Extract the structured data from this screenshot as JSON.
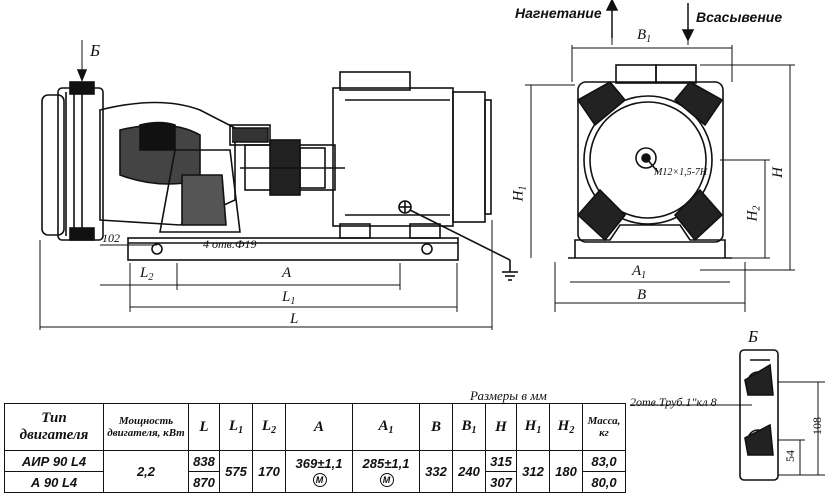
{
  "labels": {
    "discharge": "Нагнетание",
    "suction": "Всасывение",
    "view_b": "Б",
    "view_b2": "Б",
    "dim_102": "102",
    "holes": "4 отв.Ф19",
    "thread": "M12×1,5-7H",
    "L2": "L",
    "L2_sub": "2",
    "A": "A",
    "L1": "L",
    "L1_sub": "1",
    "L": "L",
    "B1": "B",
    "B1_sub": "1",
    "A1": "A",
    "A1_sub": "1",
    "B": "B",
    "H1": "H",
    "H1_sub": "1",
    "H2": "H",
    "H2_sub": "2",
    "H": "H",
    "pipe": "2отв.Труб.1\"кл 8",
    "dim_108": "108",
    "dim_54": "54",
    "units": "Размеры в мм"
  },
  "table": {
    "headers": {
      "type": "Тип двигателя",
      "power": "Мощность двигателя, кВт",
      "L": "L",
      "L1": "L",
      "L1_sub": "1",
      "L2": "L",
      "L2_sub": "2",
      "A": "A",
      "A1": "A",
      "A1_sub": "1",
      "B": "B",
      "B1": "B",
      "B1_sub": "1",
      "H": "H",
      "H1": "H",
      "H1_sub": "1",
      "H2": "H",
      "H2_sub": "2",
      "mass": "Масса, кг"
    },
    "rows": [
      {
        "type": "АИР 90 L4",
        "L": "838",
        "H": "315",
        "mass": "83,0"
      },
      {
        "type": "А 90 L4",
        "L": "870",
        "H": "307",
        "mass": "80,0"
      }
    ],
    "shared": {
      "power": "2,2",
      "L1": "575",
      "L2": "170",
      "A": "369±1,1",
      "A_mark": "М",
      "A1": "285±1,1",
      "A1_mark": "М",
      "B": "332",
      "B1": "240",
      "H1": "312",
      "H2": "180"
    }
  }
}
